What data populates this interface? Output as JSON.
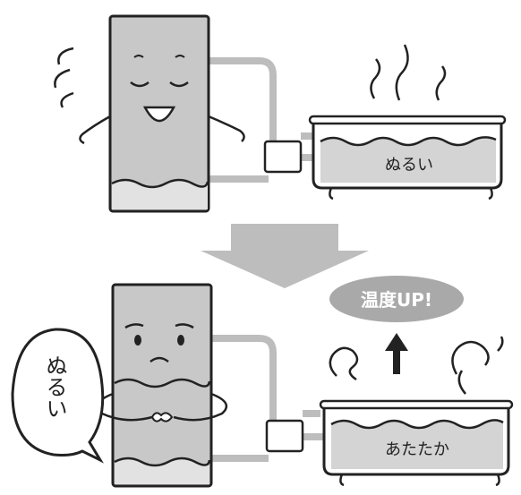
{
  "top_panel": {
    "bath_label": "ぬるい"
  },
  "bottom_panel": {
    "bubble_label": "温度UP!",
    "speech_text": "ぬるい",
    "bath_label": "あたたか"
  },
  "colors": {
    "line": "#222222",
    "tank_fill": "#c8c8c8",
    "water_fill": "#d4d4d4",
    "pipe": "#bdbdbd",
    "arrow": "#bdbdbd",
    "bubble_fill": "#a9a9a9"
  }
}
